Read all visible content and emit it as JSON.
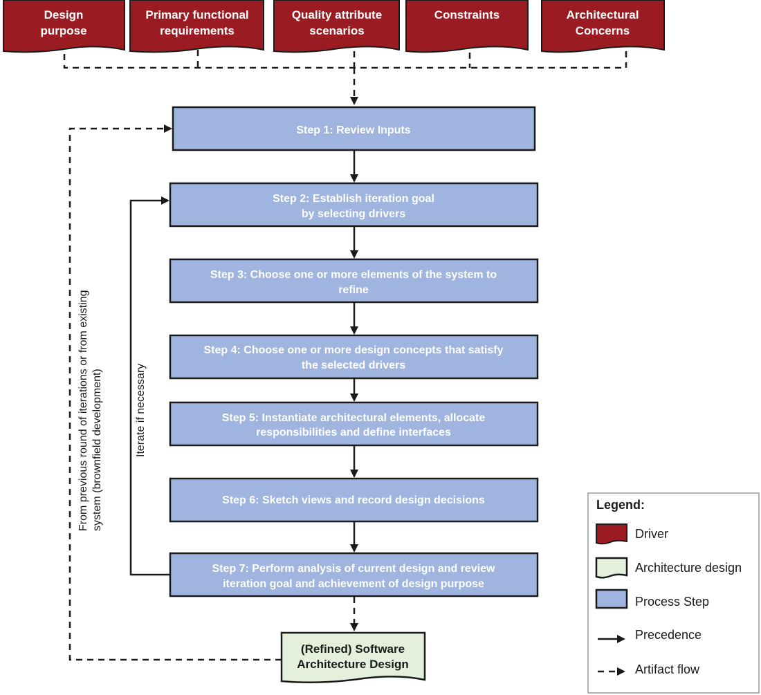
{
  "drivers": [
    {
      "line1": "Design",
      "line2": "purpose"
    },
    {
      "line1": "Primary functional",
      "line2": "requirements"
    },
    {
      "line1": "Quality attribute",
      "line2": "scenarios"
    },
    {
      "line1": "Constraints",
      "line2": ""
    },
    {
      "line1": "Architectural",
      "line2": "Concerns"
    }
  ],
  "steps": [
    {
      "line1": "Step 1: Review Inputs",
      "line2": ""
    },
    {
      "line1": "Step 2: Establish iteration goal",
      "line2": "by selecting drivers"
    },
    {
      "line1": "Step 3: Choose one or more elements of the system to",
      "line2": "refine"
    },
    {
      "line1": "Step 4: Choose one or more design concepts that satisfy",
      "line2": "the selected drivers"
    },
    {
      "line1": "Step 5: Instantiate architectural elements, allocate",
      "line2": "responsibilities and define interfaces"
    },
    {
      "line1": "Step 6: Sketch views and record design decisions",
      "line2": ""
    },
    {
      "line1": "Step 7: Perform analysis of current design and review",
      "line2": "iteration goal and achievement of design purpose"
    }
  ],
  "output": {
    "line1": "(Refined) Software",
    "line2": "Architecture Design"
  },
  "side_labels": {
    "previous_line1": "From previous round of iterations or from existing",
    "previous_line2": "system (brownfield development)",
    "iterate": "Iterate if necessary"
  },
  "legend": {
    "title": "Legend:",
    "driver": "Driver",
    "architecture_design": "Architecture design",
    "process_step": "Process Step",
    "precedence": "Precedence",
    "artifact_flow": "Artifact flow"
  },
  "colors": {
    "driver": "#9b1b22",
    "process_step": "#9fb4de",
    "architecture_design": "#e4f0dc"
  }
}
